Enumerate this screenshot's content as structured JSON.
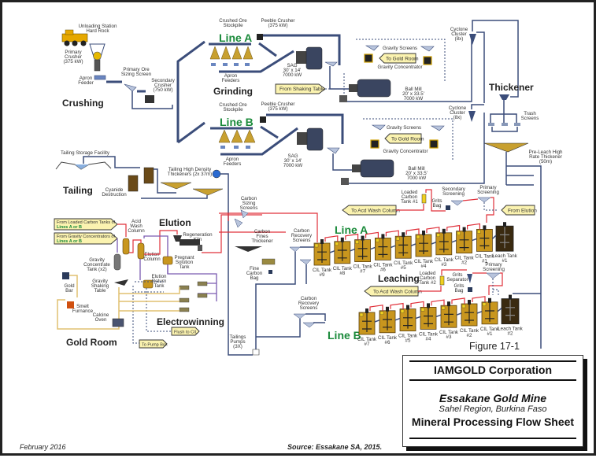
{
  "figure": {
    "number_label": "Figure 17-1",
    "company": "IAMGOLD Corporation",
    "mine": "Essakane Gold Mine",
    "region": "Sahel Region, Burkina Faso",
    "sheet_title": "Mineral Processing Flow Sheet",
    "date": "February 2016",
    "source": "Source: Essakane SA, 2015."
  },
  "sections": {
    "crushing": "Crushing",
    "grinding": "Grinding",
    "tailing": "Tailing",
    "elution": "Elution",
    "electrowinning": "Electrowinning",
    "gold_room": "Gold Room",
    "leaching": "Leaching",
    "thickener": "Thickener",
    "line_a": "Line A",
    "line_b": "Line B",
    "leach_line_a": "Line A",
    "leach_line_b": "Line B"
  },
  "crushing": {
    "unloading_1": "Unloading Station",
    "unloading_2": "Hard Rock",
    "primary_1": "Primary",
    "primary_2": "Crusher",
    "primary_3": "(375 kW)",
    "apron_1": "Apron",
    "apron_2": "Feeder",
    "sizing_1": "Primary Ore",
    "sizing_2": "Sizing Screen",
    "secondary_1": "Secondary",
    "secondary_2": "Crusher",
    "secondary_3": "(750 kW)"
  },
  "grinding": {
    "stockpile_1": "Crushed Ore",
    "stockpile_2": "Stockpile",
    "pebble_1": "Peeble Crusher",
    "pebble_2": "(375 kW)",
    "apron_1": "Apron",
    "apron_2": "Feeders",
    "sag_1": "SAG",
    "sag_2": "30' x 14'",
    "sag_3": "7000 kW",
    "ball_1": "Ball Mill",
    "ball_2": "20' x 33.5'",
    "ball_3": "7000 kW",
    "gravity_screens": "Gravity Screens",
    "gravity_conc": "Gravity Concentrator",
    "cyclone_1": "Cyclone",
    "cyclone_2": "Cluster",
    "cyclone_3": "(8x)",
    "to_gold_room": "To Gold Room",
    "from_shaking": "From Shaking Table"
  },
  "thickener": {
    "trash_1": "Trash",
    "trash_2": "Screens",
    "pre_1": "Pre-Leach High",
    "pre_2": "Rate Thickener",
    "pre_3": "(50m)"
  },
  "tailing": {
    "tsf": "Tailing Storage Facility",
    "cyanide_1": "Cyanide",
    "cyanide_2": "Destruction",
    "thick_1": "Tailing High Density",
    "thick_2": "Thickeners (2x 37m)"
  },
  "elution": {
    "from_loaded_1": "From Loaded Carbon Tanks of",
    "from_loaded_2": "Lines A or B",
    "from_gravity_1": "From Gravity Concentrators of",
    "from_gravity_2": "Lines A or B",
    "acid_1": "Acid",
    "acid_2": "Wash",
    "acid_3": "Column",
    "elution_col_1": "Elution",
    "elution_col_2": "Column",
    "regen_1": "Regeneration",
    "regen_2": "Kiln",
    "pregnant_1": "Pregnant",
    "pregnant_2": "Solution",
    "pregnant_3": "Tank",
    "return_1": "Elution",
    "return_2": "Return",
    "return_3": "Tank",
    "gravity_tank_1": "Gravity",
    "gravity_tank_2": "Concentrate",
    "gravity_tank_3": "Tank (x2)",
    "shaking_1": "Gravity",
    "shaking_2": "Shaking",
    "shaking_3": "Table",
    "gold_bar_1": "Gold",
    "gold_bar_2": "Bar",
    "smelt_1": "Smelt",
    "smelt_2": "Furnance",
    "calcine_1": "Calcine",
    "calcine_2": "Oven",
    "flush": "Flush to CIL",
    "pump_box": "To Pump Box"
  },
  "carbon": {
    "sizing_1": "Carbon",
    "sizing_2": "Sizing",
    "sizing_3": "Screens",
    "fines_1": "Carbon",
    "fines_2": "Fines",
    "fines_3": "Thickener",
    "bag_1": "Fine",
    "bag_2": "Carbon",
    "bag_3": "Bag",
    "recovery_1": "Carbon",
    "recovery_2": "Recovery",
    "recovery_3": "Screens",
    "pumps_1": "Tailings",
    "pumps_2": "Pumps",
    "pumps_3": "(3X)"
  },
  "leaching": {
    "to_acid": "To Acd Wash Column",
    "loaded_a_1": "Loaded",
    "loaded_a_2": "Carbon",
    "loaded_a_3": "Tank #1",
    "loaded_b_1": "Loaded",
    "loaded_b_2": "Carbon",
    "loaded_b_3": "Tank #2",
    "grits_bag_1": "Grits",
    "grits_bag_2": "Bag",
    "secondary_1": "Secondary",
    "secondary_2": "Screening",
    "primary_1": "Primary",
    "primary_2": "Screening",
    "grits_sep_1": "Grits",
    "grits_sep_2": "Separator",
    "from_elution": "From Elution",
    "line_a_tanks": [
      "#9",
      "#8",
      "#7",
      "#6",
      "#5",
      "#4",
      "#3",
      "#2",
      "#1"
    ],
    "line_b_tanks": [
      "#7",
      "#6",
      "#5",
      "#4",
      "#3",
      "#2",
      "#1"
    ],
    "cil_label": "CIL Tank",
    "leach_label": "Leach Tank",
    "leach_a": "#1",
    "leach_b": "#2"
  }
}
